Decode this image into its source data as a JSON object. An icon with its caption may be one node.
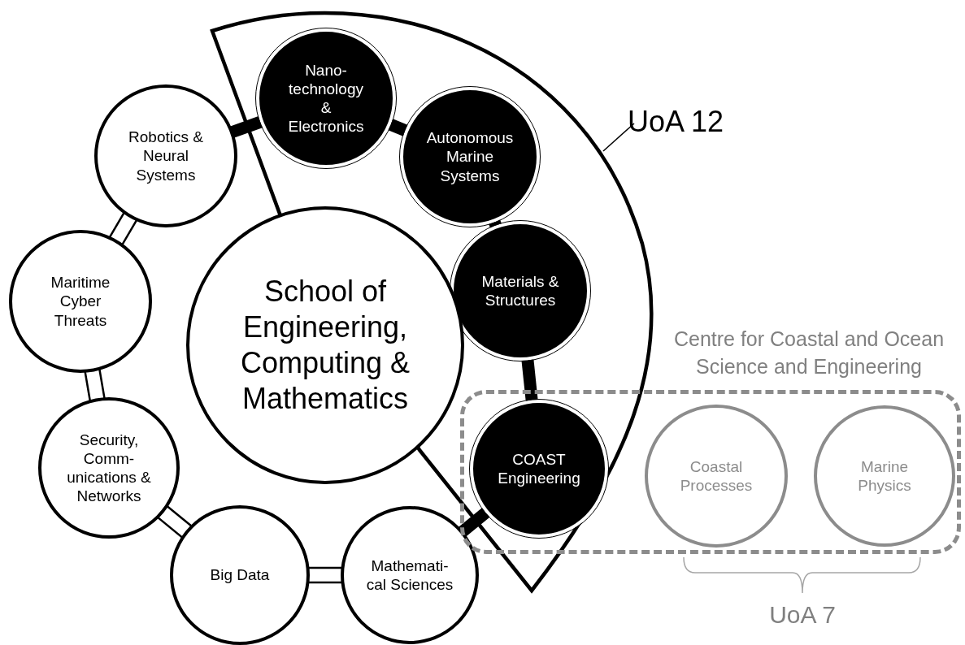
{
  "diagram": {
    "nodes": [
      {
        "text": [
          "Robotics & Neural Systems"
        ]
      },
      {
        "text": [],
        "shape": "sector"
      },
      {
        "text": [
          "Nano- technology & Electronics"
        ],
        "in": 1
      },
      {
        "text": [
          "Autonomous Marine Systems"
        ],
        "in": 1
      },
      {
        "text": [
          "Materials & Structures"
        ],
        "in": 1
      },
      {
        "text": [
          "UoA 12"
        ]
      },
      {
        "text": [
          "Maritime Cyber Threats"
        ]
      },
      {
        "text": [
          "School of Engineering, Computing & Mathematics"
        ]
      },
      {
        "text": [
          "Centre for Coastal and Ocean Science and Engineering"
        ]
      },
      {
        "text": [
          "COAST Engineering"
        ]
      },
      {
        "text": [
          "Coastal Processes"
        ],
        "in": 8
      },
      {
        "text": [
          "Marine Physics"
        ],
        "in": 8
      },
      {
        "text": [
          "Security, Comm- unications & Networks"
        ]
      },
      {
        "text": [
          "Big Data"
        ]
      },
      {
        "text": [
          "Mathemati- cal Sciences"
        ]
      }
    ],
    "edges": [
      {
        "from": 0,
        "to": 2,
        "arrow": "none"
      },
      {
        "from": 2,
        "to": 3,
        "arrow": "none"
      },
      {
        "from": 3,
        "to": 4,
        "arrow": "none"
      },
      {
        "from": 4,
        "to": 9,
        "arrow": "none"
      },
      {
        "from": 9,
        "to": 14,
        "arrow": "none"
      },
      {
        "from": 0,
        "to": 6,
        "arrow": "none"
      },
      {
        "from": 6,
        "to": 12,
        "arrow": "none"
      },
      {
        "from": 12,
        "to": 13,
        "arrow": "none"
      },
      {
        "from": 13,
        "to": 14,
        "arrow": "none"
      },
      {
        "from": 5,
        "to": 1,
        "arrow": "none"
      }
    ],
    "labels": [
      "UoA 7"
    ]
  }
}
